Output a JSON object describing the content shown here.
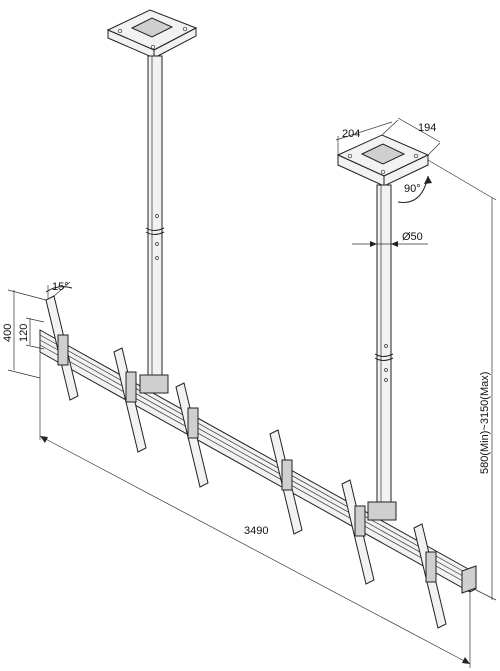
{
  "dimensions": {
    "width_top_plate": "204",
    "depth_top_plate": "194",
    "rotation": "90°",
    "pole_diameter": "Ø50",
    "tilt_angle": "15°",
    "height_display": "400",
    "height_adjust": "120",
    "total_length": "3490",
    "pole_length": "580(Min)~3150(Max)"
  }
}
